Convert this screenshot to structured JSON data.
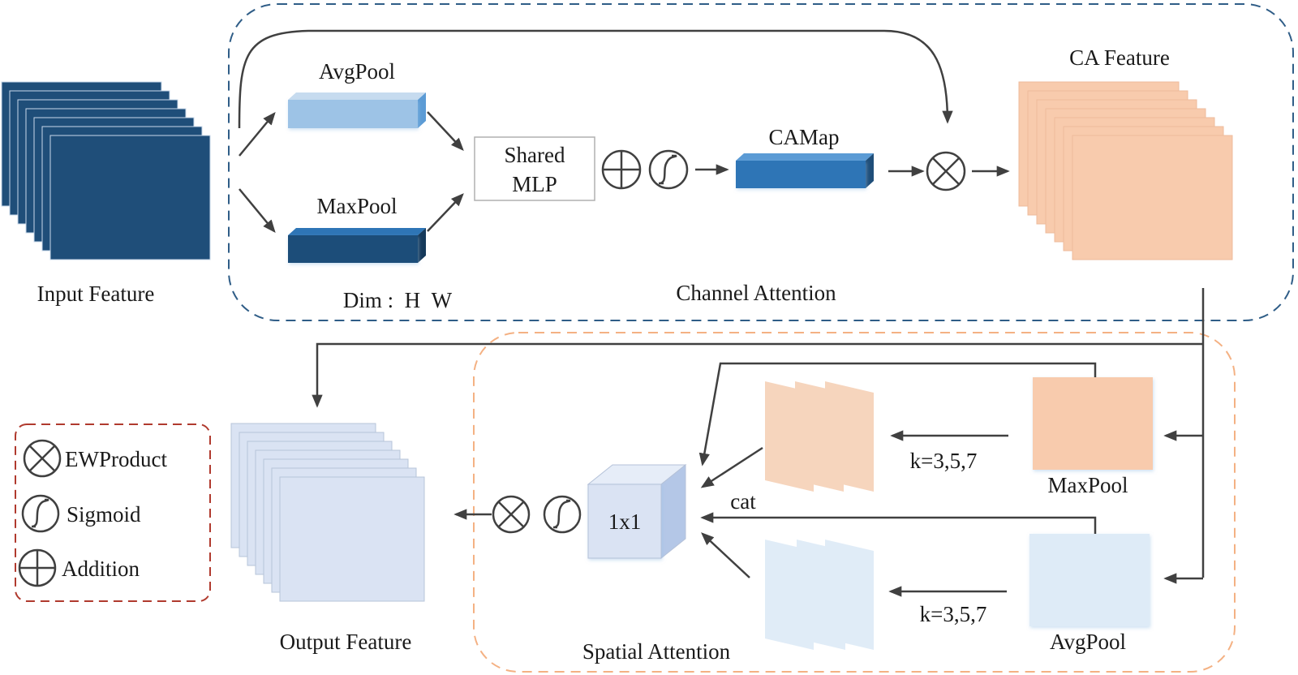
{
  "colors": {
    "input_feature": "#1f4e79",
    "avgpool_bar": "#9dc3e6",
    "maxpool_bar": "#1f4e79",
    "camap_bar": "#2e75b6",
    "ca_feature": "#f8cbad",
    "output_feature": "#dae3f3",
    "sa_maxpool": "#f8cbad",
    "sa_avgpool": "#deebf7",
    "conv_cube": "#dae3f3",
    "channel_box_border": "#2f5d87",
    "spatial_box_border": "#f4b183",
    "legend_border": "#b03a2e",
    "arrow": "#404040"
  },
  "input": {
    "label": "Input Feature"
  },
  "channel_attention": {
    "title": "Channel Attention",
    "avgpool_label": "AvgPool",
    "maxpool_label": "MaxPool",
    "mlp_line1": "Shared",
    "mlp_line2": "MLP",
    "camap_label": "CAMap",
    "dim_label": "Dim :  H  W"
  },
  "ca_feature": {
    "label": "CA Feature"
  },
  "spatial_attention": {
    "title": "Spatial Attention",
    "maxpool_label": "MaxPool",
    "avgpool_label": "AvgPool",
    "kernel_label_top": "k=3,5,7",
    "kernel_label_bottom": "k=3,5,7",
    "cat_label": "cat",
    "conv_label": "1x1"
  },
  "output": {
    "label": "Output Feature"
  },
  "legend": {
    "items": [
      {
        "icon": "ew-product-icon",
        "label": "EWProduct"
      },
      {
        "icon": "sigmoid-icon",
        "label": "Sigmoid"
      },
      {
        "icon": "addition-icon",
        "label": "Addition"
      }
    ]
  }
}
